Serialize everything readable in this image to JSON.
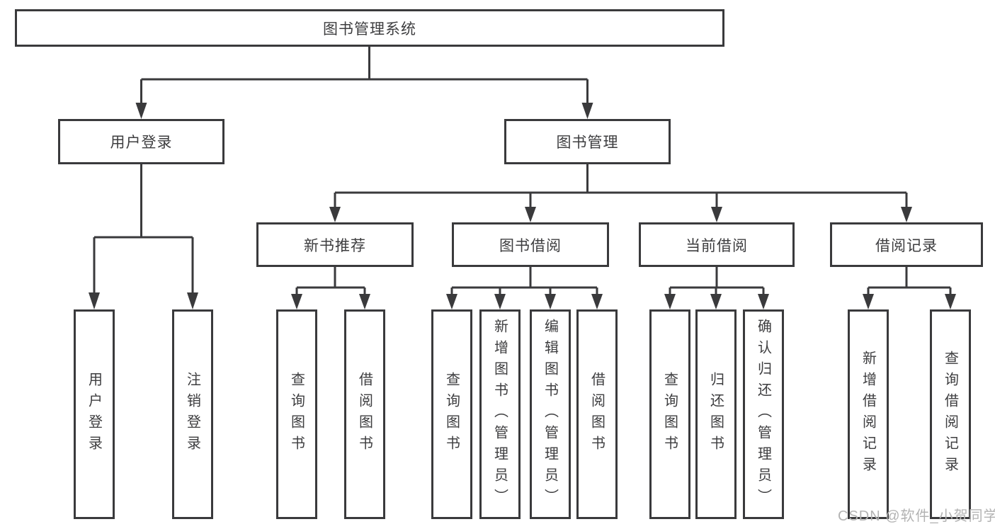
{
  "diagram": {
    "type": "org-tree",
    "colors": {
      "line": "#3a3a3c",
      "text": "#3d3d3f",
      "watermark": "#b3b3b3",
      "background": "#ffffff"
    },
    "tree": {
      "root": {
        "label": "图书管理系统",
        "children": [
          {
            "label": "用户登录",
            "children": [
              {
                "label": "用户登录"
              },
              {
                "label": "注销登录"
              }
            ]
          },
          {
            "label": "图书管理",
            "children": [
              {
                "label": "新书推荐",
                "children": [
                  {
                    "label": "查询图书"
                  },
                  {
                    "label": "借阅图书"
                  }
                ]
              },
              {
                "label": "图书借阅",
                "children": [
                  {
                    "label": "查询图书"
                  },
                  {
                    "label": "新增图书（管理员）"
                  },
                  {
                    "label": "编辑图书（管理员）"
                  },
                  {
                    "label": "借阅图书"
                  }
                ]
              },
              {
                "label": "当前借阅",
                "children": [
                  {
                    "label": "查询图书"
                  },
                  {
                    "label": "归还图书"
                  },
                  {
                    "label": "确认归还（管理员）"
                  }
                ]
              },
              {
                "label": "借阅记录",
                "children": [
                  {
                    "label": "新增借阅记录"
                  },
                  {
                    "label": "查询借阅记录"
                  }
                ]
              }
            ]
          }
        ]
      }
    },
    "watermark": "CSDN @软件_小贺同学"
  }
}
